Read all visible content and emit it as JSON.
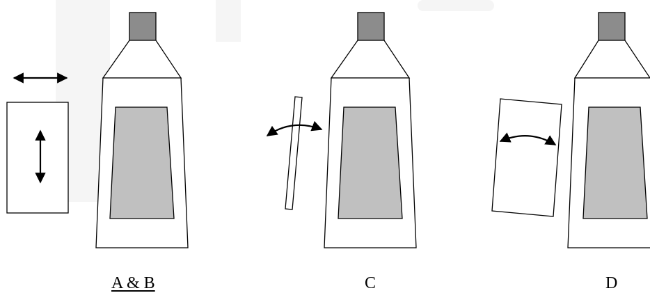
{
  "captions": {
    "ab": "A & B",
    "c": "C",
    "d": "D"
  },
  "colors": {
    "background": "#ffffff",
    "watermark": "#f5f5f5",
    "stroke": "#000000",
    "cap": "#8c8c8c",
    "label": "#c0c0c0"
  },
  "icons": {
    "arrow": "double-headed-arrow-icon",
    "curved_arrow": "curved-double-headed-arrow-icon"
  }
}
